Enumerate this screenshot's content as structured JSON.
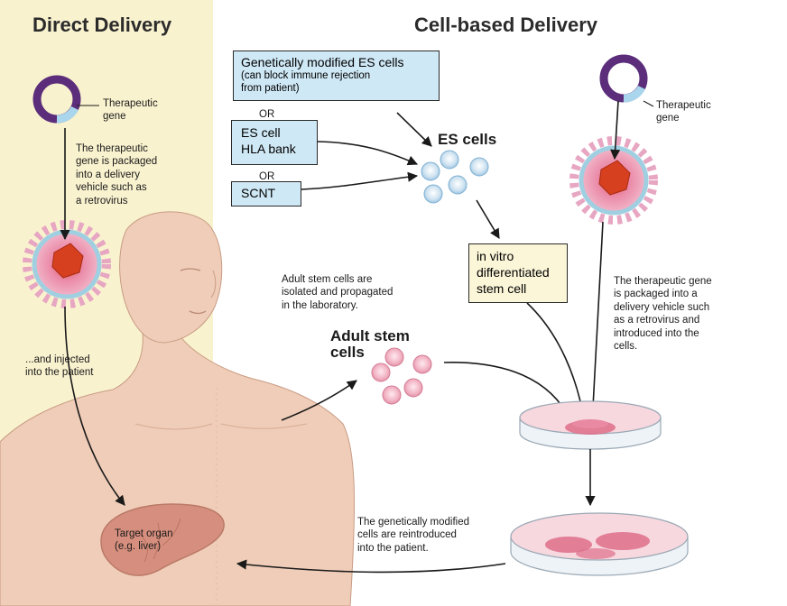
{
  "headings": {
    "direct": "Direct Delivery",
    "cell_based": "Cell-based Delivery"
  },
  "direct": {
    "gene_label": [
      "Therapeutic",
      "gene"
    ],
    "packaged_text": [
      "The therapeutic",
      "gene is packaged",
      "into a delivery",
      "vehicle such as",
      "a retrovirus"
    ],
    "injected_text": [
      "...and injected",
      "into the patient"
    ],
    "target_organ": [
      "Target organ",
      "(e.g. liver)"
    ]
  },
  "sources": {
    "es_modified": [
      "Genetically modified ES cells",
      "(can block immune rejection",
      "from patient)"
    ],
    "or1": "OR",
    "hla_bank": [
      "ES cell",
      "HLA bank"
    ],
    "or2": "OR",
    "scnt": "SCNT"
  },
  "es_cells_label": "ES cells",
  "in_vitro": [
    "in vitro",
    "differentiated",
    "stem cell"
  ],
  "right_gene_label": [
    "Therapeutic",
    "gene"
  ],
  "right_packaged_text": [
    "The therapeutic gene",
    "is packaged into a",
    "delivery vehicle such",
    "as a retrovirus and",
    "introduced into the",
    "cells."
  ],
  "adult_isolated_text": [
    "Adult stem cells are",
    "isolated and propagated",
    "in the laboratory."
  ],
  "adult_stem_label": [
    "Adult stem",
    "cells"
  ],
  "reintroduced_text": [
    "The genetically modified",
    "cells are reintroduced",
    "into the patient."
  ],
  "colors": {
    "direct_panel": "#f9f2cf",
    "blue_box": "#cfe8f5",
    "cream_box": "#fbf6d8",
    "skin": "#f0cdb8",
    "plasmid": "#5b2d7a",
    "virus_shell": "#e7a6c2"
  }
}
